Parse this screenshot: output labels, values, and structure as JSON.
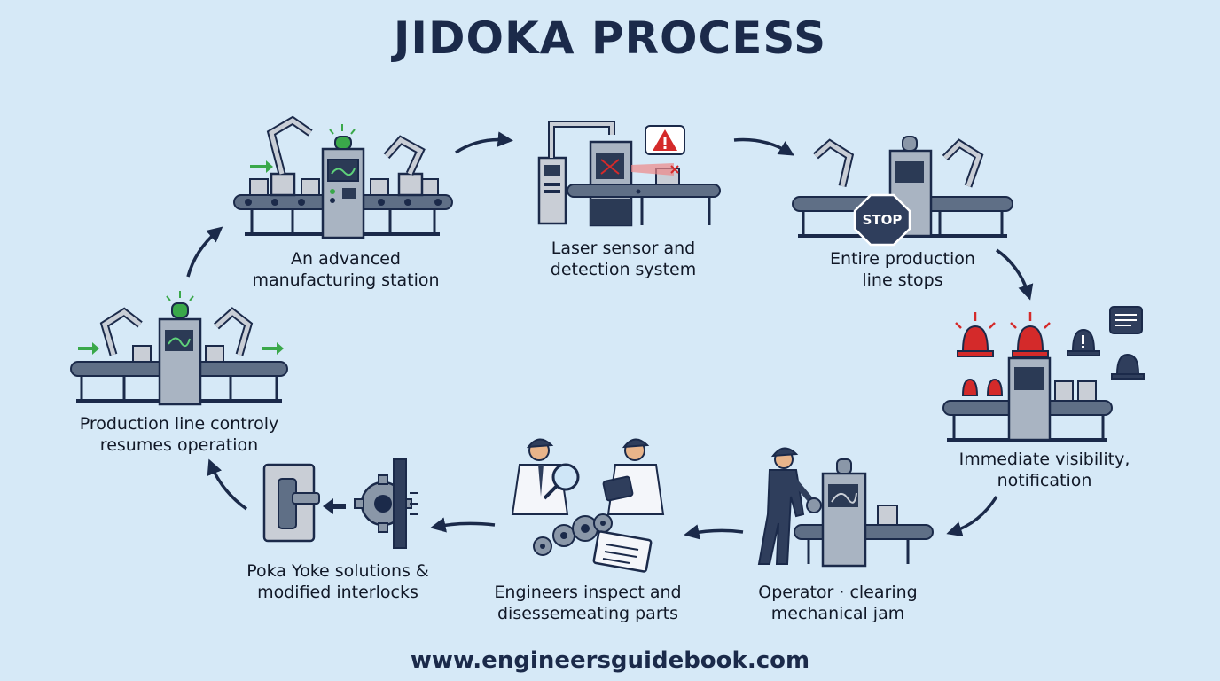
{
  "title": "JIDOKA PROCESS",
  "footer": "www.engineersguidebook.com",
  "steps": [
    {
      "id": "station",
      "line1": "An advanced",
      "line2": "manufacturing station"
    },
    {
      "id": "sensor",
      "line1": "Laser sensor and",
      "line2": "detection system"
    },
    {
      "id": "stop",
      "line1": "Entire production",
      "line2": "line stops",
      "sign": "STOP"
    },
    {
      "id": "notify",
      "line1": "Immediate visibility,",
      "line2": "notification"
    },
    {
      "id": "operator",
      "line1": "Operator · clearing",
      "line2": "mechanical jam"
    },
    {
      "id": "engineers",
      "line1": "Engineers inspect and",
      "line2": "disessemeating parts"
    },
    {
      "id": "pokayoke",
      "line1": "Poka Yoke solutions &",
      "line2": "modified interlocks"
    },
    {
      "id": "resume",
      "line1": "Production line controly",
      "line2": "resumes operation"
    }
  ],
  "colors": {
    "background": "#d6e9f7",
    "navy": "#1b2a4a",
    "machine": "#8a97a8",
    "alert_red": "#d42a2a",
    "ok_green": "#3aa84a"
  }
}
